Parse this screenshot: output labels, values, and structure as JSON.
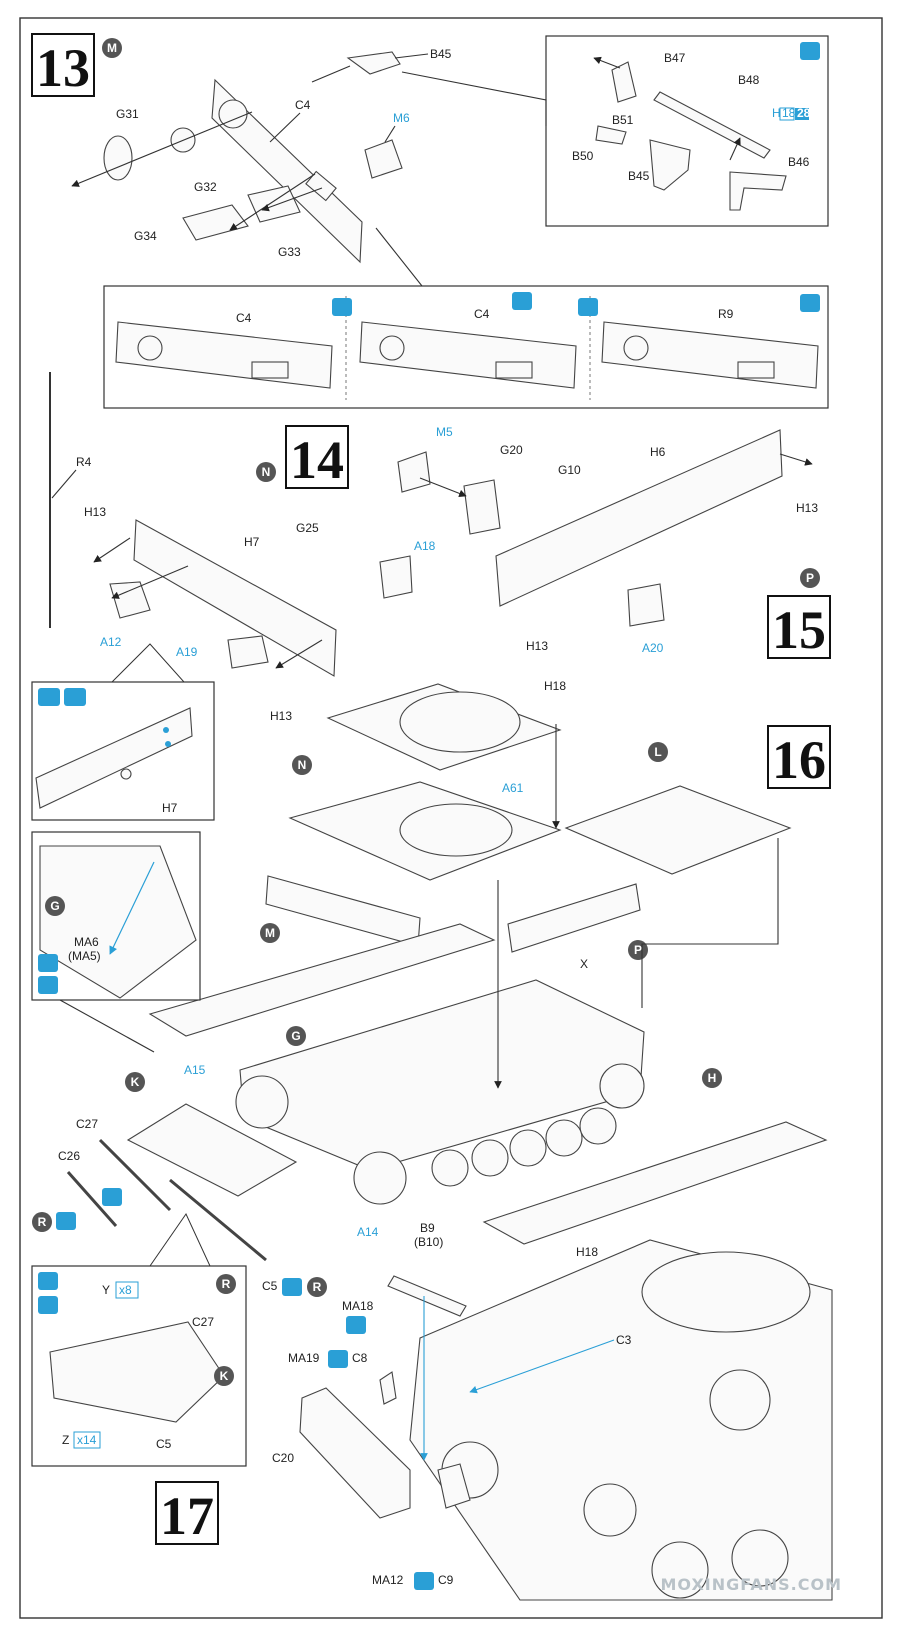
{
  "steps": {
    "s13": "13",
    "s14": "14",
    "s15": "15",
    "s16": "16",
    "s17": "17"
  },
  "markers": {
    "m": "M",
    "n": "N",
    "p": "P",
    "l": "L",
    "g": "G",
    "k": "K",
    "h": "H",
    "r": "R"
  },
  "step13": {
    "parts": {
      "b45": "B45",
      "c4": "C4",
      "m6": "M6",
      "g31": "G31",
      "g32": "G32",
      "g34": "G34",
      "g33": "G33"
    },
    "inset_mg": {
      "b47": "B47",
      "b48": "B48",
      "b51": "B51",
      "b50": "B50",
      "b45": "B45",
      "b46": "B46",
      "tag_h": "H",
      "tag_18": "18",
      "tag_28": "28"
    },
    "variants": {
      "v1": "C4",
      "v2": "C4",
      "v3": "R9"
    }
  },
  "step14": {
    "parts": {
      "r4": "R4",
      "h13a": "H13",
      "h7": "H7",
      "g25": "G25",
      "a18": "A18",
      "a12": "A12",
      "a19": "A19",
      "h13b": "H13"
    },
    "detail": {
      "h7": "H7"
    }
  },
  "step15": {
    "parts": {
      "m5": "M5",
      "g20": "G20",
      "g10": "G10",
      "h6": "H6",
      "h13a": "H13",
      "h13b": "H13",
      "a20": "A20"
    }
  },
  "step16": {
    "parts": {
      "h18": "H18",
      "a61": "A61",
      "x": "X",
      "a15": "A15",
      "a14": "A14",
      "b9": "B9",
      "b10": "(B10)"
    },
    "detail_g": {
      "ma6": "MA6",
      "ma5": "(MA5)"
    }
  },
  "step17": {
    "parts": {
      "c27": "C27",
      "c26": "C26",
      "c5": "C5",
      "ma18": "MA18",
      "h18": "H18",
      "ma19": "MA19",
      "c8": "C8",
      "c3": "C3",
      "c20": "C20",
      "ma12": "MA12",
      "c9": "C9"
    },
    "inset_r": {
      "y": "Y",
      "y_count": "x8",
      "c27": "C27",
      "c5": "C5",
      "z": "Z",
      "z_count": "x14"
    }
  },
  "watermark": "MOXINGFANS.COM",
  "colors": {
    "accent_blue": "#2a9fd6",
    "marker_gray": "#555555",
    "ink": "#222222"
  },
  "icons": [
    "paint-icon",
    "glue-icon",
    "drill-icon",
    "option-icon"
  ]
}
